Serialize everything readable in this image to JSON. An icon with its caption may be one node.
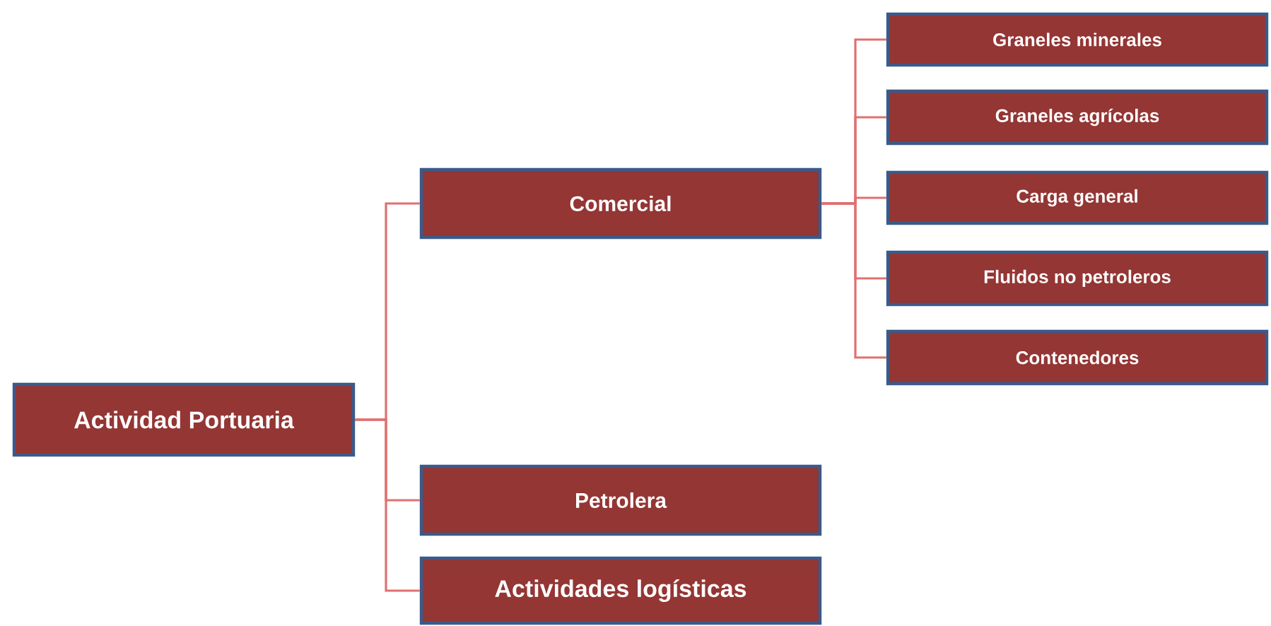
{
  "diagram": {
    "nodes": [
      {
        "text": [
          "Actividad Portuaria"
        ]
      },
      {
        "text": [
          "Comercial"
        ]
      },
      {
        "text": [
          "Petrolera"
        ]
      },
      {
        "text": [
          "Actividades logísticas"
        ]
      },
      {
        "text": [
          "Graneles minerales"
        ]
      },
      {
        "text": [
          "Graneles agrícolas"
        ]
      },
      {
        "text": [
          "Carga general"
        ]
      },
      {
        "text": [
          "Fluidos no petroleros"
        ]
      },
      {
        "text": [
          "Contenedores"
        ]
      }
    ],
    "edges": [
      {
        "from": 0,
        "to": 1,
        "arrow": "none"
      },
      {
        "from": 0,
        "to": 2,
        "arrow": "none"
      },
      {
        "from": 0,
        "to": 3,
        "arrow": "none"
      },
      {
        "from": 1,
        "to": 4,
        "arrow": "none"
      },
      {
        "from": 1,
        "to": 5,
        "arrow": "none"
      },
      {
        "from": 1,
        "to": 6,
        "arrow": "none"
      },
      {
        "from": 1,
        "to": 7,
        "arrow": "none"
      },
      {
        "from": 1,
        "to": 8,
        "arrow": "none"
      }
    ]
  }
}
